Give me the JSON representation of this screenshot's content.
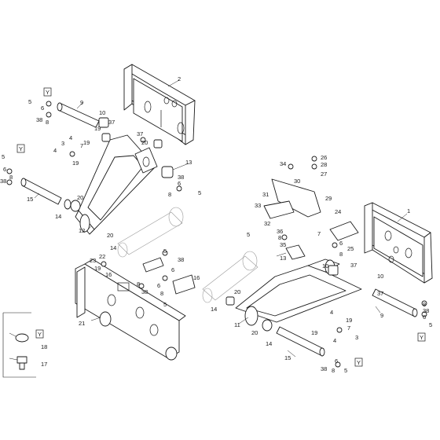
{
  "callouts": {
    "n1": "1",
    "n2": "2",
    "n3": "3",
    "n4": "4",
    "n5": "5",
    "n6": "6",
    "n7": "7",
    "n8": "8",
    "n9": "9",
    "n10": "10",
    "n11": "11",
    "n12": "12",
    "n13": "13",
    "n14": "14",
    "n15": "15",
    "n16": "16",
    "n17": "17",
    "n18": "18",
    "n19": "19",
    "n20": "20",
    "n21": "21",
    "n22": "22",
    "n23": "23",
    "n24": "24",
    "n25": "25",
    "n26": "26",
    "n27": "27",
    "n28": "28",
    "n29": "29",
    "n30": "30",
    "n31": "31",
    "n32": "32",
    "n33": "33",
    "n34": "34",
    "n35": "35",
    "n36": "36",
    "n37": "37",
    "n38": "38"
  },
  "detail_marker": "Y",
  "colors": {
    "line": "#1a1a1a",
    "background": "#ffffff",
    "ghost": "#9a9a9a"
  }
}
